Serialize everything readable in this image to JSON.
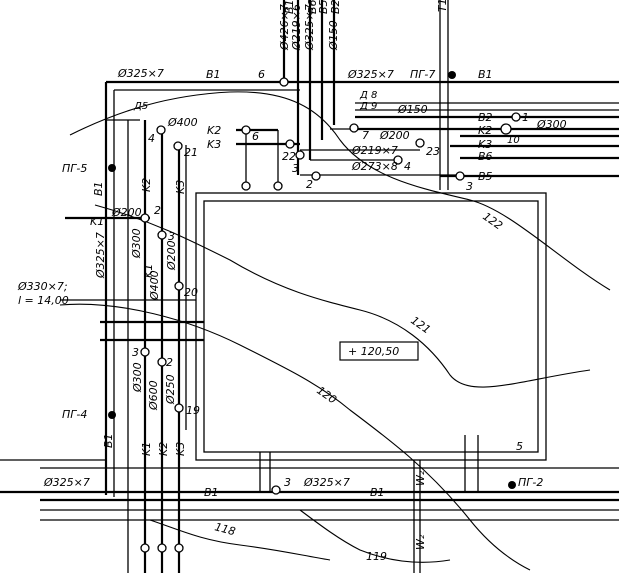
{
  "labels": {
    "b1_top_v": "B1",
    "b1_top_h": "B1",
    "b1_right": "B1",
    "b1_left_v": "B1",
    "b1_left_low": "B1",
    "b1_bottom_left": "B1",
    "b1_bottom_mid": "B1",
    "b6_top": "B6",
    "b5_top": "B5",
    "b2_top": "B2",
    "t1_top": "T1",
    "b2_right": "B2",
    "k2_right": "K2",
    "k3_right": "K3",
    "b6_right": "B6",
    "b5_right": "B5",
    "k2_left": "K2",
    "k3_left": "K3",
    "k1_left": "K1",
    "k1_v": "K1",
    "k2_v": "K2",
    "k3_v": "K3",
    "k1_bottom": "K1",
    "k2_bottom": "K2",
    "k3_bottom": "K3",
    "d426": "Ø426×7",
    "d219_top": "Ø219×6",
    "d325_top": "Ø325×7",
    "d150_top": "Ø150",
    "d325_topleft": "Ø325×7",
    "d325_topright": "Ø325×7",
    "d400": "Ø400",
    "d200_a": "Ø200",
    "d219_mid": "Ø219×7",
    "d273": "Ø273×8",
    "d150_mid": "Ø150",
    "d300_right": "Ø300",
    "d200_left": "Ø200",
    "d325_leftv": "Ø325×7",
    "d300_v": "Ø300",
    "d200_v": "Ø200",
    "d400_v": "Ø400",
    "d330_a": "Ø330×7;",
    "d330_b": "l = 14,00",
    "d300_low": "Ø300",
    "d600_low": "Ø600",
    "d250_low": "Ø250",
    "d325_bottomleft": "Ø325×7",
    "d325_bottommid": "Ø325×7",
    "pg5": "ПГ-5",
    "pg4": "ПГ-4",
    "pg7": "ПГ-7",
    "pg2": "ПГ-2",
    "d5": "Д5",
    "d8": "Д 8",
    "d9": "Д 9",
    "w2_a": "W₂",
    "w2_b": "W₂",
    "n6_top": "6",
    "n4": "4",
    "n21": "21",
    "n6_mid": "6",
    "n22": "22",
    "n3_a": "3",
    "n2_a": "2",
    "n7": "7",
    "n23": "23",
    "n4_b": "4",
    "n3_b": "3",
    "n1": "1",
    "n10": "10",
    "n2_b": "2",
    "n3_c": "3",
    "n20": "20",
    "n3_d": "3",
    "n2_c": "2",
    "n19": "19",
    "n5": "5",
    "n3_e": "3",
    "c122": "122",
    "c121": "121",
    "c120": "120",
    "c118": "118",
    "c119": "119",
    "elevation": "+ 120,50"
  }
}
